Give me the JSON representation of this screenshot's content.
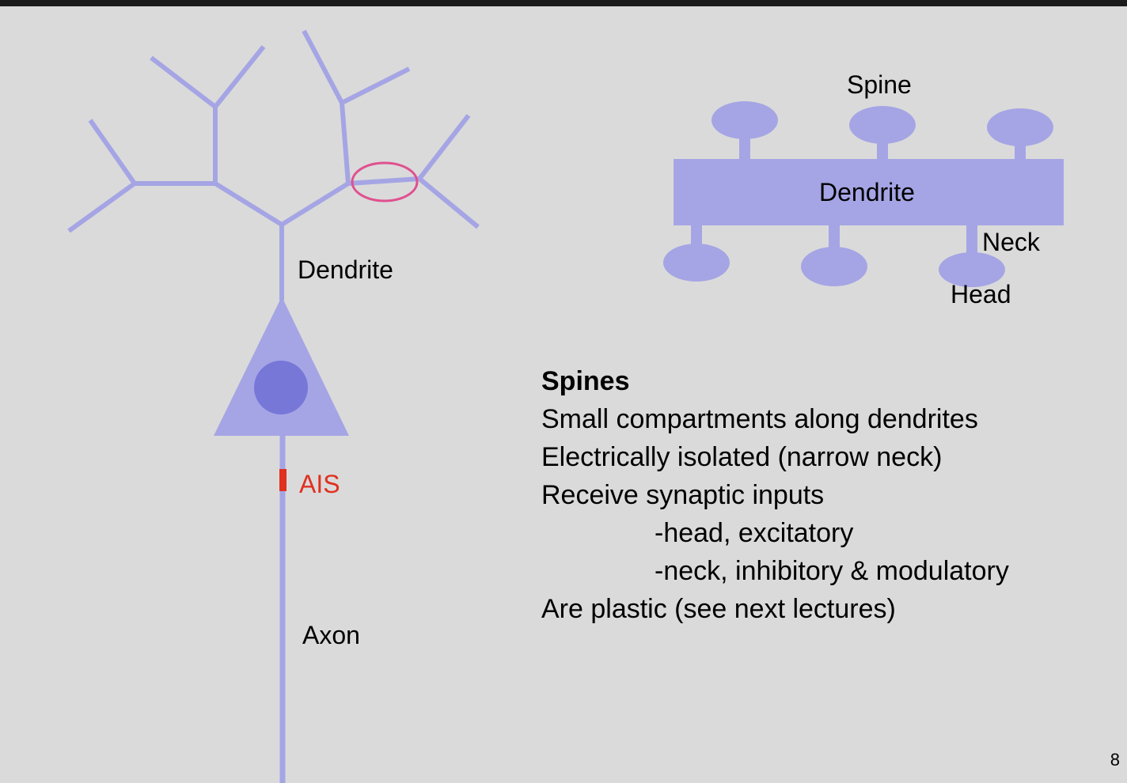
{
  "neuron": {
    "dendrite_label": "Dendrite",
    "ais_label": "AIS",
    "axon_label": "Axon"
  },
  "spine_diagram": {
    "spine_label": "Spine",
    "dendrite_label": "Dendrite",
    "neck_label": "Neck",
    "head_label": "Head"
  },
  "text": {
    "title": "Spines",
    "lines": [
      "Small compartments along dendrites",
      "Electrically isolated (narrow neck)",
      "Receive synaptic inputs",
      "-head, excitatory",
      "-neck, inhibitory & modulatory",
      "Are plastic (see next lectures)"
    ]
  },
  "page_number": "8",
  "colors": {
    "neuron": "#a5a5e5",
    "nucleus": "#7777d8",
    "ais": "#e03020",
    "highlight": "#e0508f",
    "background": "#dadada"
  }
}
